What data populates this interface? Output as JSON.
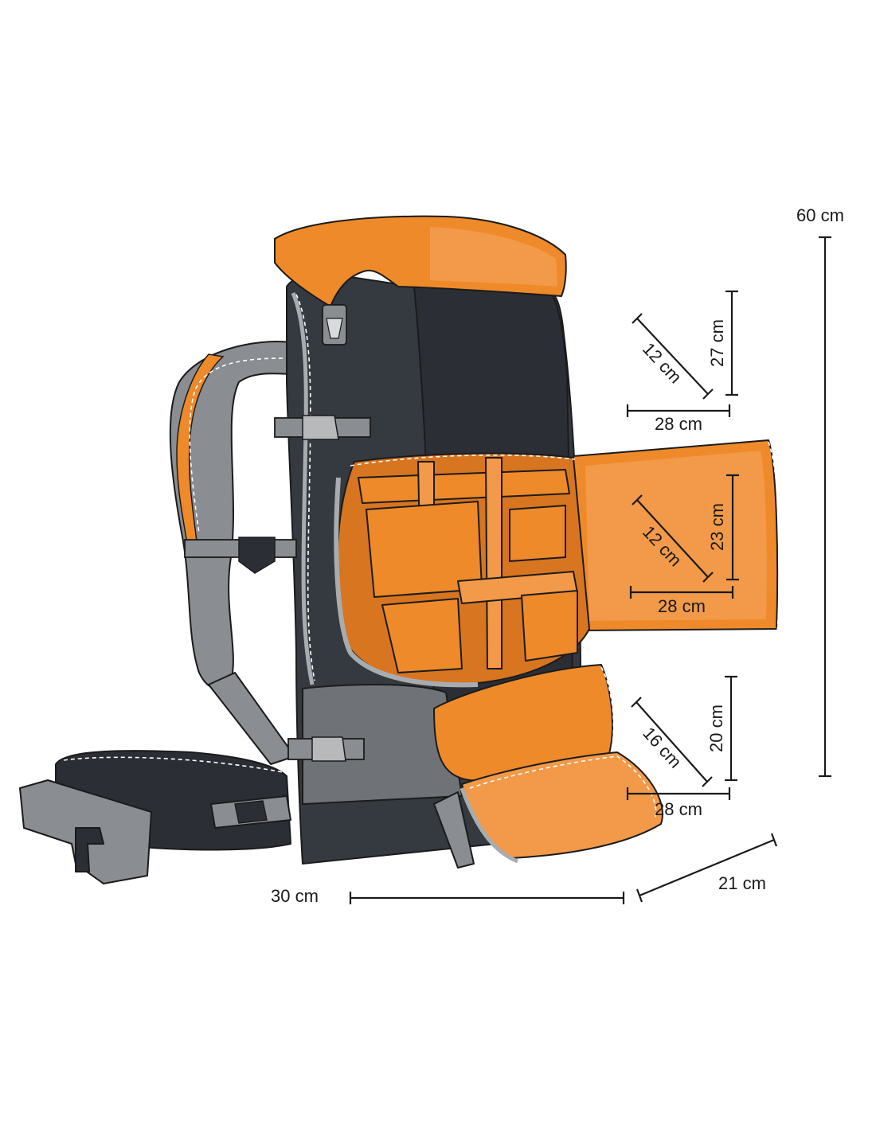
{
  "palette": {
    "body_dark": "#353a41",
    "body_mid": "#2b2f35",
    "strap_gray": "#8a8d91",
    "strap_light": "#a9acaf",
    "orange": "#ee8a2a",
    "orange_light": "#f29a49",
    "orange_dark": "#d87520",
    "outline": "#1b1b1b"
  },
  "dimensions": {
    "overall_height": "60 cm",
    "overall_width": "30 cm",
    "overall_depth": "21 cm",
    "top_compartment": {
      "height": "27 cm",
      "depth": "12 cm",
      "width": "28 cm"
    },
    "camera_compartment": {
      "height": "23 cm",
      "depth": "12 cm",
      "width": "28 cm"
    },
    "bottom_compartment": {
      "height": "20 cm",
      "depth": "16 cm",
      "width": "28 cm"
    }
  }
}
